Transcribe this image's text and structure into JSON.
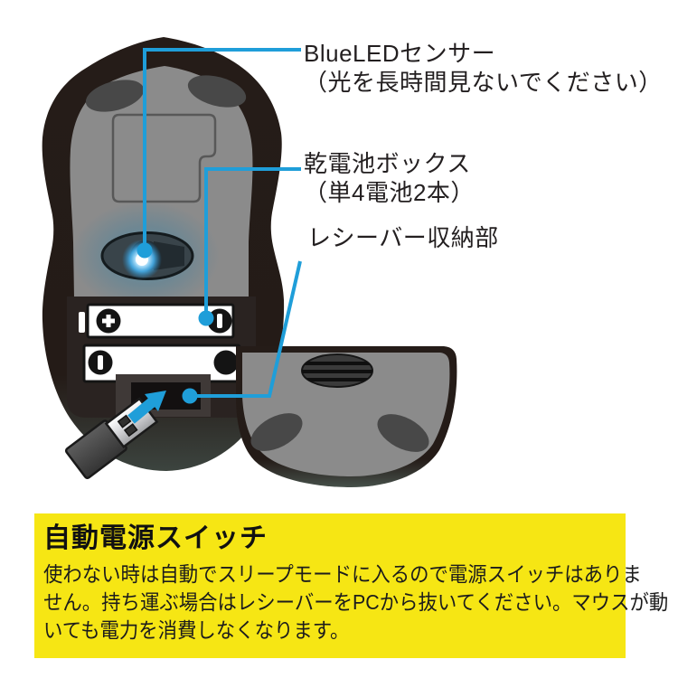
{
  "illustration": {
    "callouts": {
      "sensor": {
        "line1": "BlueLEDセンサー",
        "line2": "（光を長時間見ないでください）"
      },
      "battery_box": {
        "line1": "乾電池ボックス",
        "line2": "（単4電池2本）"
      },
      "receiver": {
        "line1": "レシーバー収納部"
      }
    },
    "icons": {
      "plus_terminal": "plus-in-circle",
      "minus_terminal": "bar-in-circle",
      "insert_arrow": "arrow-up-right",
      "usb_receiver": "usb-dongle",
      "blue_led": "glowing-dot"
    }
  },
  "note": {
    "title": "自動電源スイッチ",
    "body_lines": [
      "使わない時は自動でスリープモードに入るので電源スイッチはありま",
      "せん。持ち運ぶ場合はレシーバーをPCから抜いてください。マウスが動",
      "いても電力を消費しなくなります。"
    ]
  },
  "colors": {
    "callout_blue": "#1f9ed9",
    "note_bg": "#f6e614",
    "shell_black": "#251c18",
    "panel_gray": "#8b8b8b",
    "foot_gray": "#484848",
    "battery_white": "#ffffff",
    "led_core": "#ffffff",
    "text_black": "#231f20"
  }
}
